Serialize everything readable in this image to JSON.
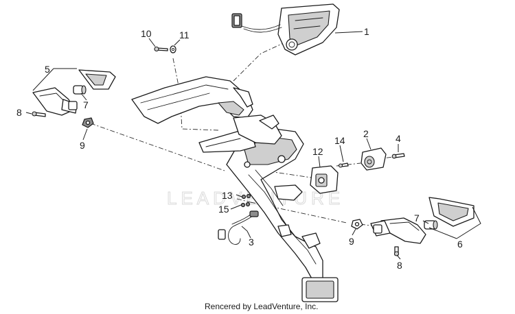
{
  "callouts": {
    "c1": "1",
    "c2": "2",
    "c3": "3",
    "c4": "4",
    "c5": "5",
    "c6": "6",
    "c7a": "7",
    "c7b": "7",
    "c8a": "8",
    "c8b": "8",
    "c9a": "9",
    "c9b": "9",
    "c10": "10",
    "c11": "11",
    "c12": "12",
    "c13": "13",
    "c14": "14",
    "c15": "15"
  },
  "watermark": "LEADVENTURE",
  "credit": "Rencered by LeadVenture, Inc."
}
